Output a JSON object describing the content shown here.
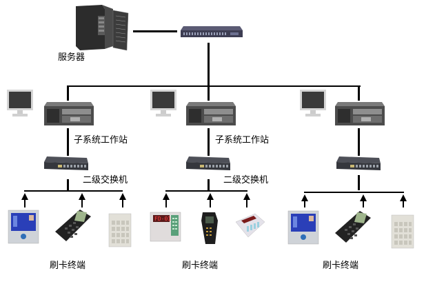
{
  "server": {
    "label": "服务器",
    "icon": "server-tower-icon"
  },
  "core_switch": {
    "icon": "core-switch-icon"
  },
  "subsystems": [
    {
      "workstation_label": "子系统工作站",
      "switch_label": "二级交换机",
      "terminals_label": "刷卡终端",
      "terminals": [
        "touch-panel-terminal-icon",
        "pos-terminal-icon",
        "keypad-reader-icon"
      ]
    },
    {
      "workstation_label": "子系统工作站",
      "switch_label": "二级交换机",
      "terminals_label": "刷卡终端",
      "terminals": [
        "attendance-machine-icon",
        "handheld-scanner-icon",
        "desk-card-reader-icon"
      ]
    },
    {
      "workstation_label": "",
      "switch_label": "",
      "terminals_label": "刷卡终端",
      "terminals": [
        "touch-panel-terminal-icon",
        "pos-terminal-icon",
        "keypad-reader-icon"
      ]
    }
  ],
  "colors": {
    "line": "#000000",
    "background": "#ffffff",
    "screen_blue": "#2a3fb8",
    "device_dark": "#3a3a3a"
  }
}
